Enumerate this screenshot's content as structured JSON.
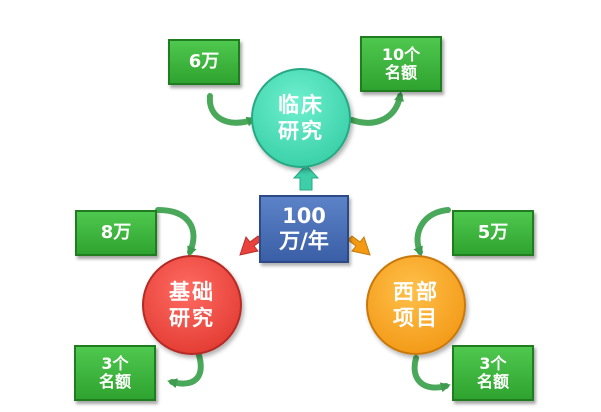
{
  "colors": {
    "green_box": "#3cb43c",
    "clinical": "#3dd8b0",
    "basic": "#e8423c",
    "west": "#f39a12",
    "center": "#4a6fb8",
    "loop_arrow": "#4aa85a"
  },
  "center": {
    "line1": "100",
    "line2": "万/年"
  },
  "clinical": {
    "line1": "临床",
    "line2": "研究",
    "fund": "6万",
    "quota_line1": "10个",
    "quota_line2": "名额"
  },
  "basic": {
    "line1": "基础",
    "line2": "研究",
    "fund": "8万",
    "quota_line1": "3个",
    "quota_line2": "名额"
  },
  "west": {
    "line1": "西部",
    "line2": "项目",
    "fund": "5万",
    "quota_line1": "3个",
    "quota_line2": "名额"
  }
}
